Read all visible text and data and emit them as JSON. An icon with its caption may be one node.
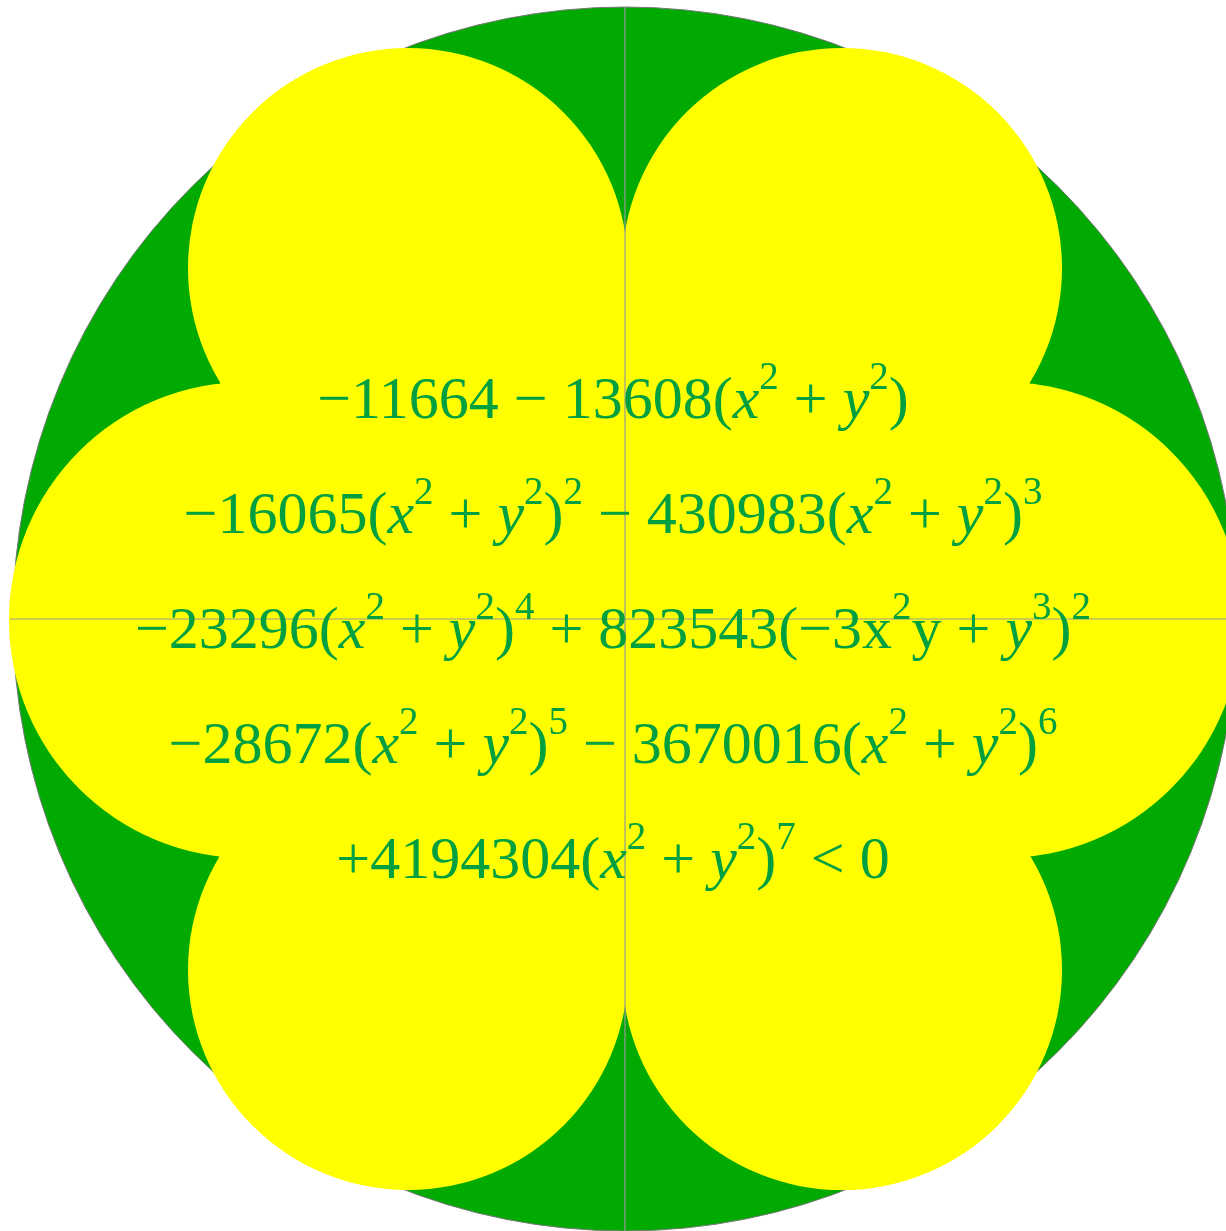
{
  "diagram": {
    "labels": [
      "−11664 − 13608(*x*$^{2}$ + *y*$^{2}$)",
      "−16065(*x*$^{2}$ + *y*$^{2}$)$^{2}$ − 430983(*x*$^{2}$ + *y*$^{2}$)$^{3}$",
      "−23296(*x*$^{2}$ + *y*$^{2}$)$^{4}$ + 823543(−3x$^{2}$y + *y*$^{3}$)$^{2}$",
      "−28672(*x*$^{2}$ + *y*$^{2}$)$^{5}$ − 3670016(*x*$^{2}$ + *y*$^{2}$)$^{6}$",
      "+4194304(*x*$^{2}$ + *y*$^{2}$)$^{7}$ < 0"
    ]
  }
}
